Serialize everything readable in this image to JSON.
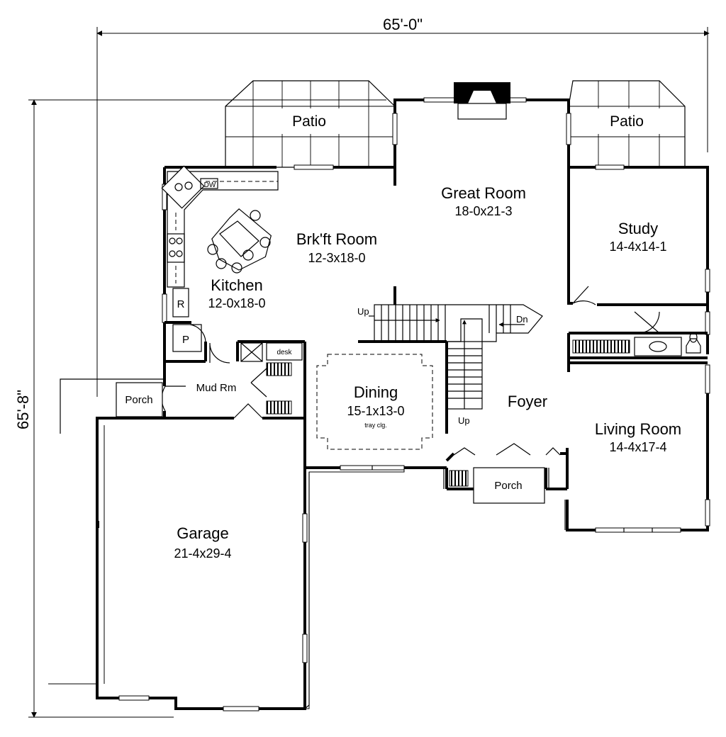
{
  "dimensions": {
    "width": "65'-0\"",
    "depth": "65'-8\""
  },
  "rooms": {
    "patio_left": {
      "name": "Patio"
    },
    "patio_right": {
      "name": "Patio"
    },
    "great_room": {
      "name": "Great Room",
      "size": "18-0x21-3"
    },
    "study": {
      "name": "Study",
      "size": "14-4x14-1"
    },
    "breakfast": {
      "name": "Brk'ft Room",
      "size": "12-3x18-0"
    },
    "kitchen": {
      "name": "Kitchen",
      "size": "12-0x18-0"
    },
    "dining": {
      "name": "Dining",
      "size": "15-1x13-0",
      "note": "tray clg."
    },
    "foyer": {
      "name": "Foyer"
    },
    "living": {
      "name": "Living Room",
      "size": "14-4x17-4"
    },
    "mud": {
      "name": "Mud Rm"
    },
    "porch_side": {
      "name": "Porch"
    },
    "porch_front": {
      "name": "Porch"
    },
    "garage": {
      "name": "Garage",
      "size": "21-4x29-4"
    }
  },
  "fixtures": {
    "dw": "DW",
    "refrigerator": "R",
    "pantry": "P",
    "desk": "desk",
    "stair_up_1": "Up",
    "stair_down": "Dn",
    "stair_up_2": "Up"
  }
}
